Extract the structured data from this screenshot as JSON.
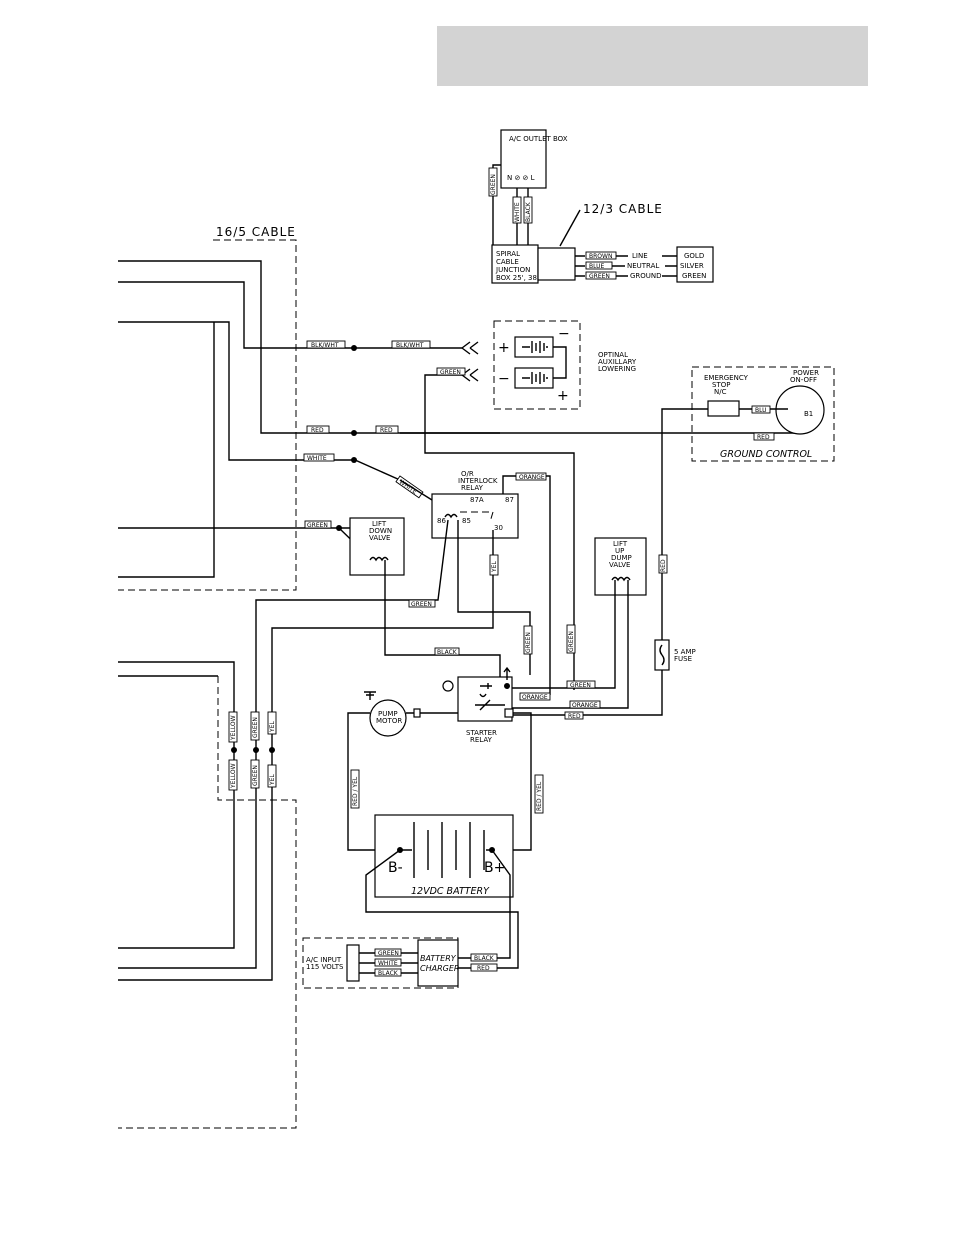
{
  "header": {
    "title": ""
  },
  "cables": {
    "cable_16_5": "16/5 CABLE",
    "cable_12_3": "12/3 CABLE"
  },
  "outlet_box": {
    "label": "A/C OUTLET BOX",
    "terminals": "N ⊘ ⊘ L",
    "wire_green": "GREEN",
    "wire_white": "WHITE",
    "wire_black": "BLACK"
  },
  "junction_box": {
    "label_1": "SPIRAL",
    "label_2": "CABLE",
    "label_3": "JUNCTION",
    "label_4": "BOX 25', 38'"
  },
  "plug_wires": {
    "brown": "BROWN",
    "blue": "BLUE",
    "green": "GREEN",
    "line": "LINE",
    "neutral": "NEUTRAL",
    "ground": "GROUND"
  },
  "plug_colors": {
    "gold": "GOLD",
    "silver": "SILVER",
    "green": "GREEN"
  },
  "aux_lowering": {
    "label_1": "OPTINAL",
    "label_2": "AUXILLARY",
    "label_3": "LOWERING"
  },
  "ground_control": {
    "title": "GROUND CONTROL",
    "estop_1": "EMERGENCY",
    "estop_2": "STOP",
    "estop_3": "N/C",
    "power_1": "POWER",
    "power_2": "ON-OFF",
    "b1": "B1",
    "wire_blue": "BLU",
    "wire_red": "RED"
  },
  "wires": {
    "blk_wht_1": "BLK/WHT",
    "blk_wht_2": "BLK/WHT",
    "red_1": "RED",
    "red_2": "RED",
    "white_1": "WHITE",
    "white_2": "WHITE",
    "green_1": "GREEN",
    "green_2": "GREEN",
    "green_3": "GREEN",
    "green_4": "GREEN",
    "green_5": "GREEN",
    "orange_1": "ORANGE",
    "orange_2": "ORANGE",
    "orange_3": "ORANGE",
    "black_1": "BLACK",
    "yel_1": "YEL",
    "green_6": "GREEN",
    "red_3": "RED",
    "red_4": "RED",
    "yellow_1": "YELLOW",
    "yellow_2": "YELLOW",
    "green_up_1": "GREEN",
    "green_up_2": "GREEN",
    "yel_up_1": "YEL",
    "yel_up_2": "YEL",
    "red_yel_1": "RED / YEL",
    "red_yel_2": "RED / YEL"
  },
  "relay": {
    "label_1": "O/R",
    "label_2": "INTERLOCK",
    "label_3": "RELAY",
    "p86": "86",
    "p85": "85",
    "p87a": "87A",
    "p87": "87",
    "p30": "30"
  },
  "lift_down": {
    "label_1": "LIFT",
    "label_2": "DOWN",
    "label_3": "VALVE"
  },
  "lift_up": {
    "label_1": "LIFT",
    "label_2": "UP",
    "label_3": "DUMP",
    "label_4": "VALVE"
  },
  "fuse": {
    "label_1": "5 AMP",
    "label_2": "FUSE"
  },
  "pump": {
    "label_1": "PUMP",
    "label_2": "MOTOR"
  },
  "starter": {
    "label_1": "STARTER",
    "label_2": "RELAY"
  },
  "battery": {
    "label": "12VDC BATTERY",
    "neg": "B-",
    "pos": "B+"
  },
  "charger": {
    "input_1": "A/C INPUT",
    "input_2": "115 VOLTS",
    "label_1": "BATTERY",
    "label_2": "CHARGER",
    "w_green": "GREEN",
    "w_white": "WHITE",
    "w_black": "BLACK",
    "out_black": "BLACK",
    "out_red": "RED"
  }
}
